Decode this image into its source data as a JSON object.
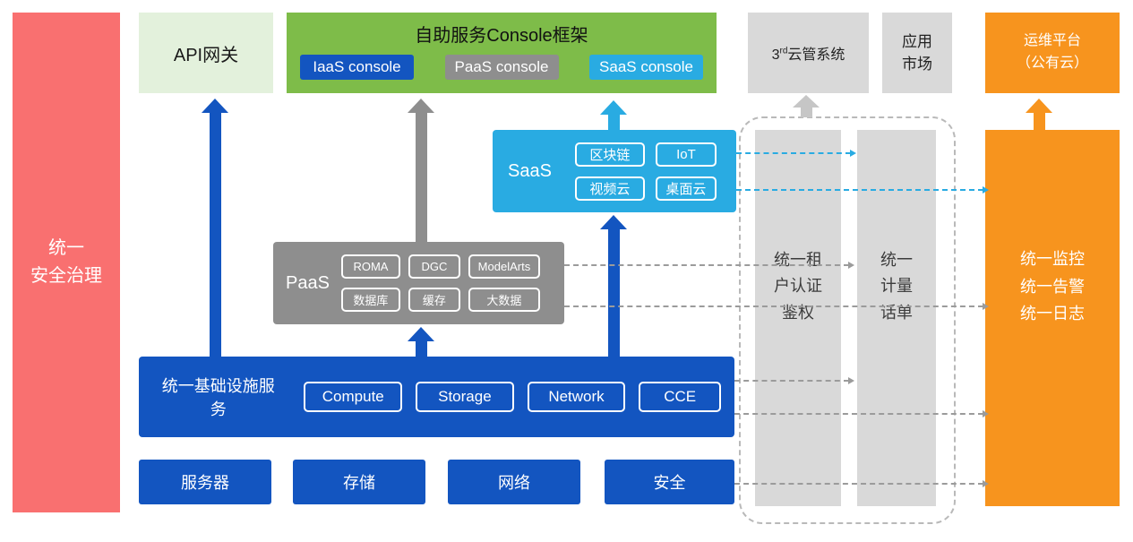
{
  "colors": {
    "blue": "#1355C0",
    "green": "#7EBC49",
    "light_green": "#E3F1DC",
    "gray": "#8E8E8E",
    "light_gray": "#D9D9D9",
    "cyan": "#29ABE2",
    "orange": "#F7941E",
    "red": "#F97070"
  },
  "governance_bar": {
    "label": "统一\n安全治理"
  },
  "api_gateway": {
    "label": "API网关"
  },
  "console_frame": {
    "title": "自助服务Console框架",
    "items": [
      {
        "label": "IaaS console"
      },
      {
        "label": "PaaS console"
      },
      {
        "label": "SaaS console"
      }
    ]
  },
  "third_party_cloud": {
    "prefix": "3",
    "sup": "rd",
    "rest": "云管系统"
  },
  "app_market": {
    "label": "应用\n市场"
  },
  "ops_platform": {
    "label": "运维平台\n（公有云）"
  },
  "saas_box": {
    "label": "SaaS",
    "items": [
      "区块链",
      "IoT",
      "视频云",
      "桌面云"
    ]
  },
  "paas_box": {
    "label": "PaaS",
    "items": [
      "ROMA",
      "DGC",
      "ModelArts",
      "数据库",
      "缓存",
      "大数据"
    ]
  },
  "infra_box": {
    "label": "统一基础设施服务",
    "items": [
      "Compute",
      "Storage",
      "Network",
      "CCE"
    ]
  },
  "hardware_row": [
    "服务器",
    "存储",
    "网络",
    "安全"
  ],
  "auth_bar": {
    "label": "统一租\n户认证\n鉴权"
  },
  "metering_bar": {
    "label": "统一\n计量\n话单"
  },
  "monitoring_bar": {
    "label": "统一监控\n统一告警\n统一日志"
  }
}
